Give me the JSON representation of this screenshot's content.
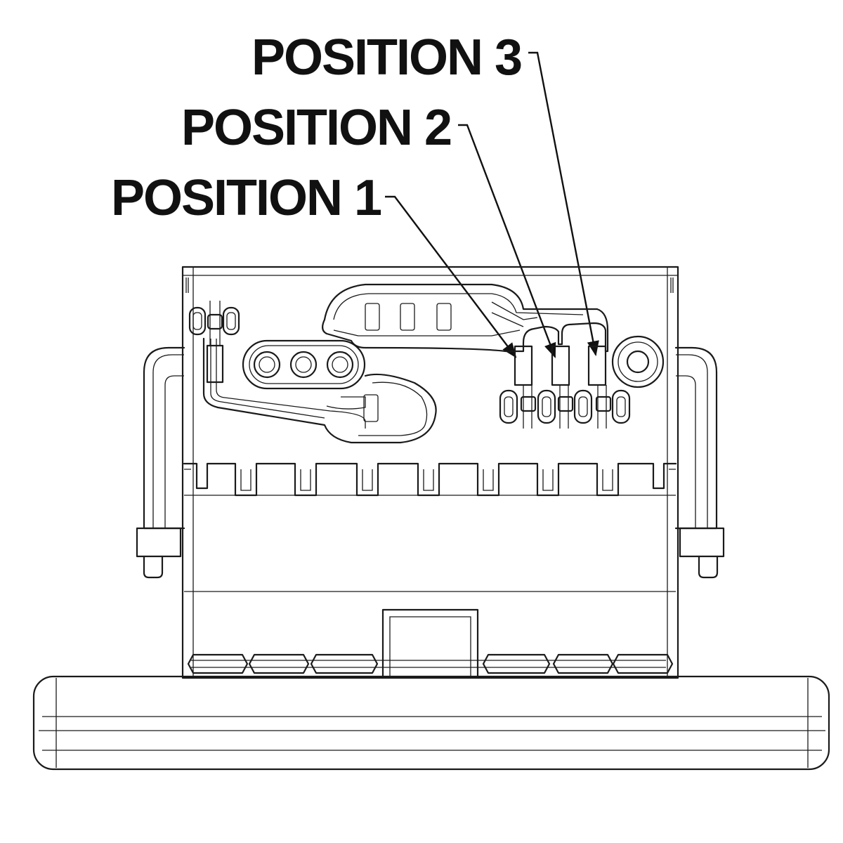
{
  "callouts": [
    {
      "text": "POSITION 1"
    },
    {
      "text": "POSITION 2"
    },
    {
      "text": "POSITION 3"
    }
  ]
}
